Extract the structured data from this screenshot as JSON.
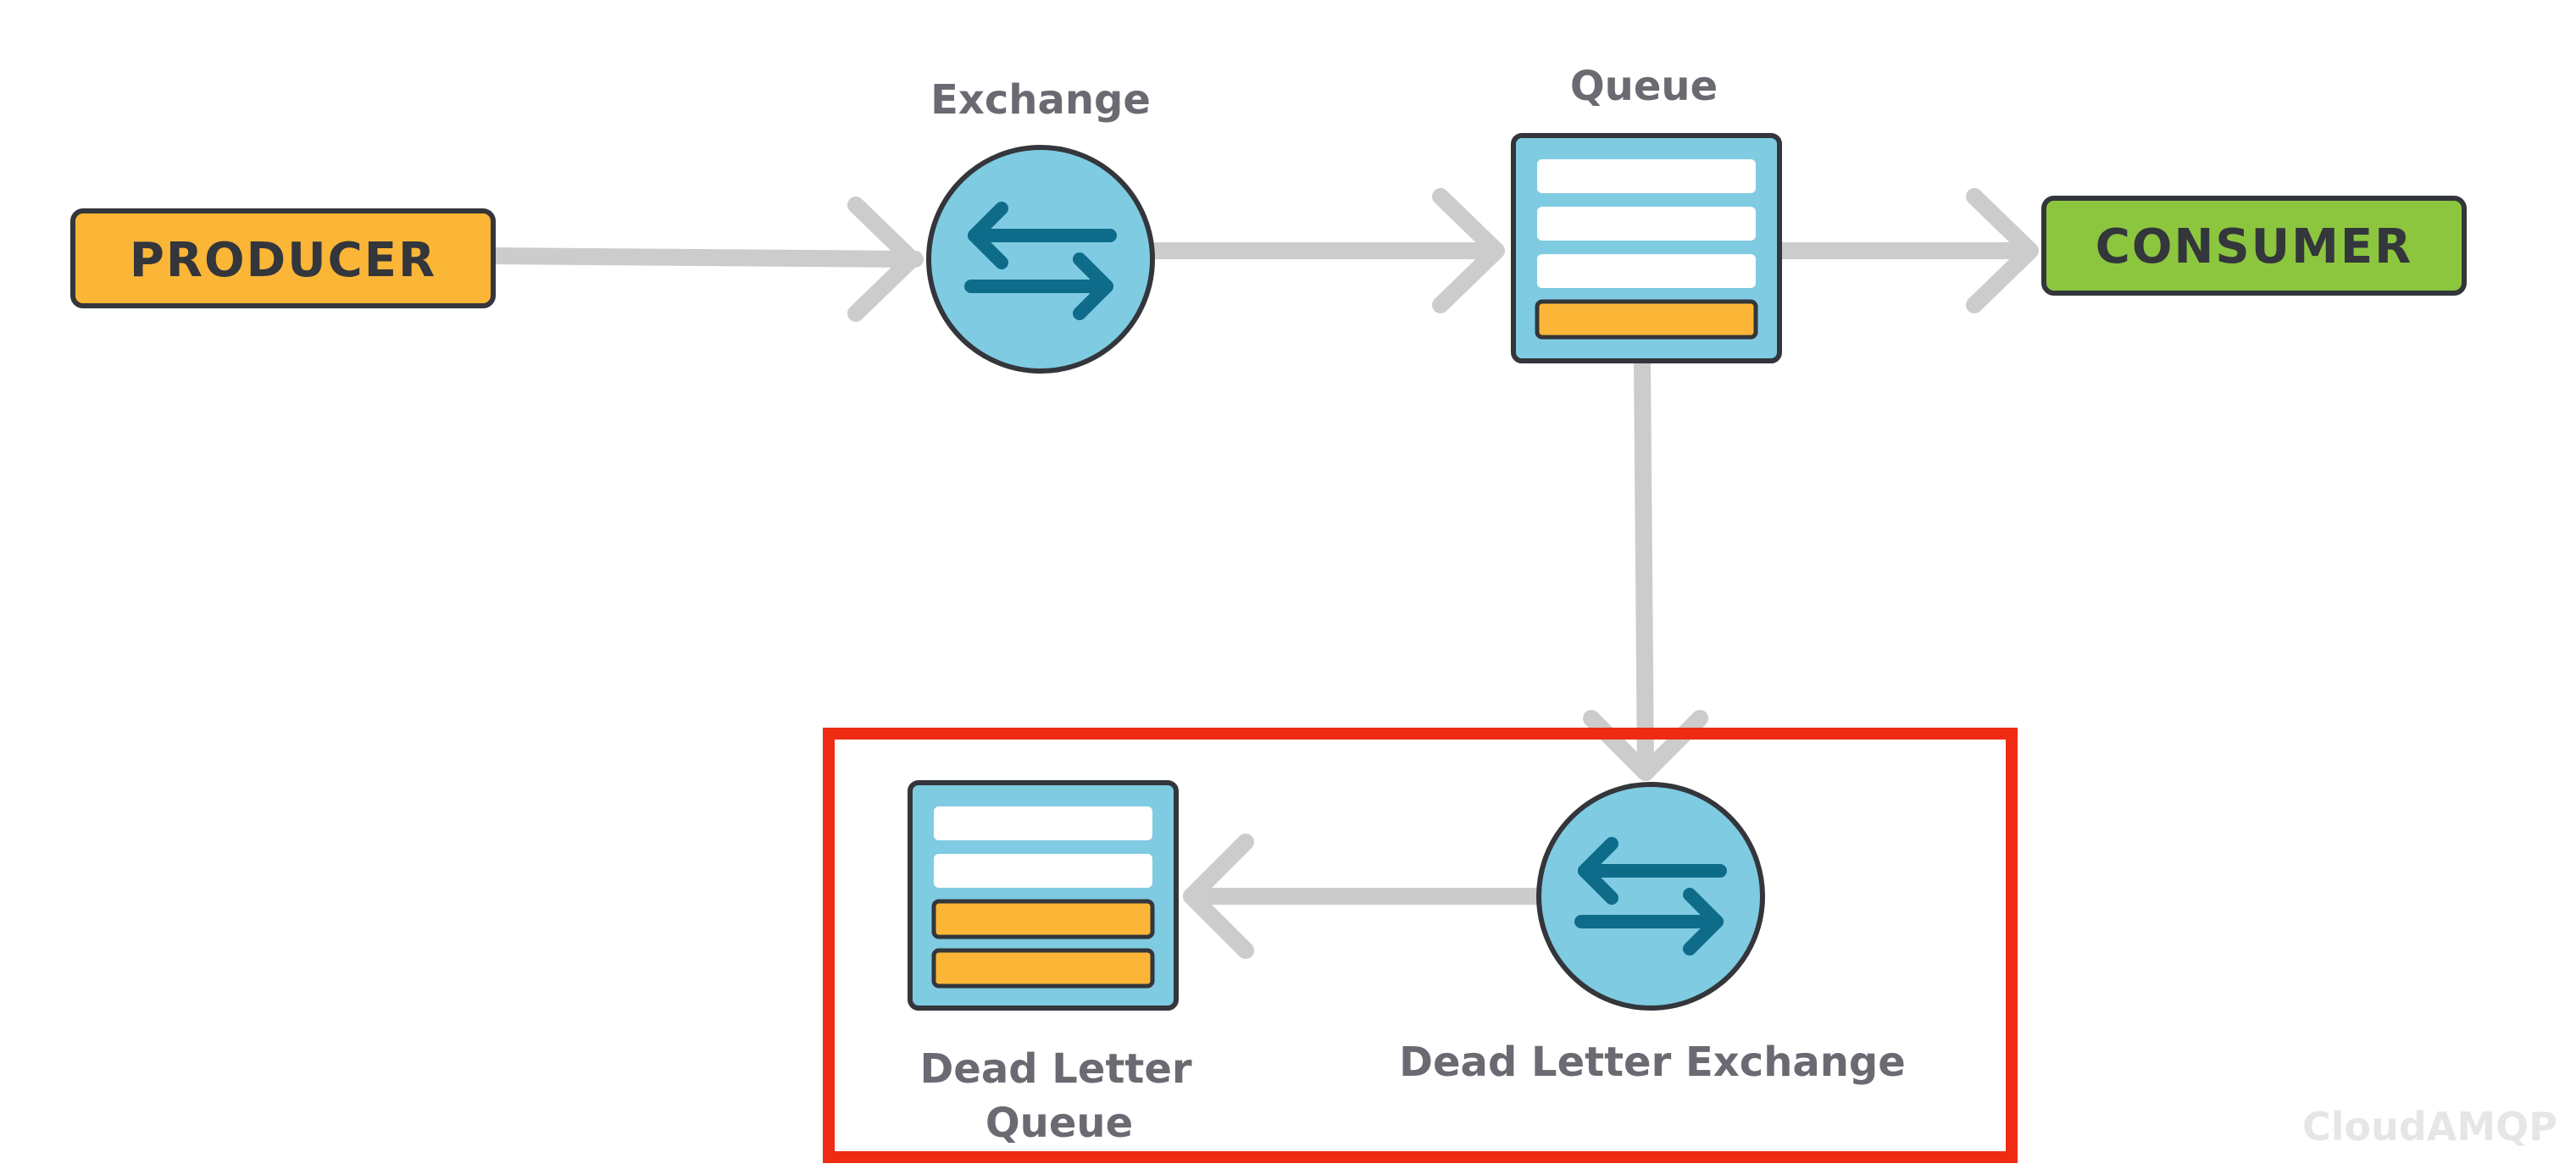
{
  "producer": {
    "label": "PRODUCER",
    "color": "#fbb637"
  },
  "exchange": {
    "label": "Exchange",
    "color": "#7fcbe1"
  },
  "queue": {
    "label": "Queue",
    "color": "#7fcbe1"
  },
  "consumer": {
    "label": "CONSUMER",
    "color": "#8cc63f"
  },
  "dead_letter_exchange": {
    "label": "Dead Letter Exchange",
    "color": "#7fcbe1"
  },
  "dead_letter_queue": {
    "label_line1": "Dead Letter",
    "label_line2": "Queue",
    "color": "#7fcbe1"
  },
  "highlight_color": "#ef2b14",
  "arrow_color": "#cccccc",
  "message_color": "#fbb637",
  "brand": "CloudAMQP"
}
